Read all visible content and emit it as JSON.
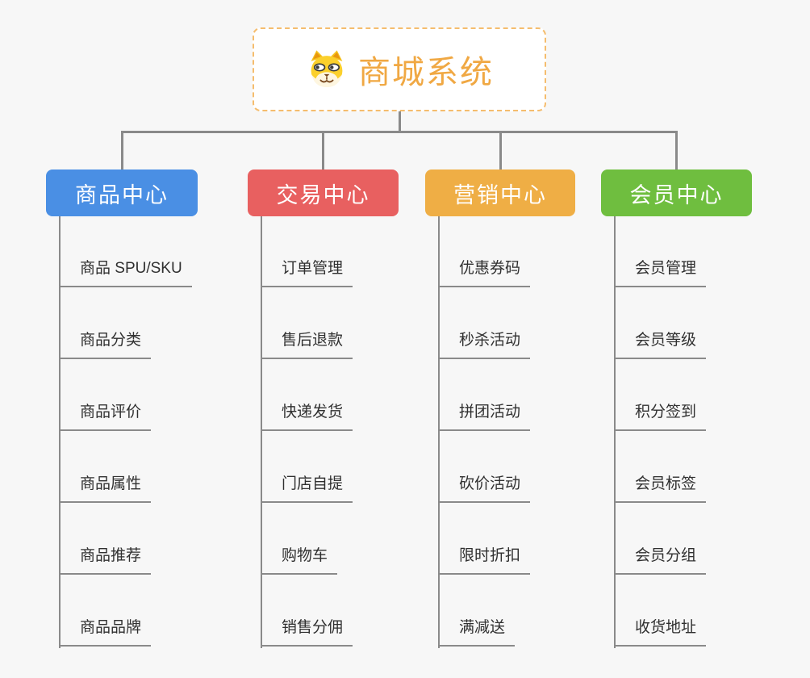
{
  "root": {
    "title": "商城系统",
    "icon": "dog-face-icon",
    "title_color": "#f0a843",
    "border_color": "#f5bd6e"
  },
  "colors": {
    "background": "#f7f7f7",
    "connector": "#8a8a8a",
    "child_text": "#303030"
  },
  "branches": [
    {
      "label": "商品中心",
      "color": "#4a8fe4",
      "children": [
        "商品 SPU/SKU",
        "商品分类",
        "商品评价",
        "商品属性",
        "商品推荐",
        "商品品牌"
      ]
    },
    {
      "label": "交易中心",
      "color": "#e86060",
      "children": [
        "订单管理",
        "售后退款",
        "快递发货",
        "门店自提",
        "购物车",
        "销售分佣"
      ]
    },
    {
      "label": "营销中心",
      "color": "#efae45",
      "children": [
        "优惠券码",
        "秒杀活动",
        "拼团活动",
        "砍价活动",
        "限时折扣",
        "满减送"
      ]
    },
    {
      "label": "会员中心",
      "color": "#6fbe3f",
      "children": [
        "会员管理",
        "会员等级",
        "积分签到",
        "会员标签",
        "会员分组",
        "收货地址"
      ]
    }
  ]
}
